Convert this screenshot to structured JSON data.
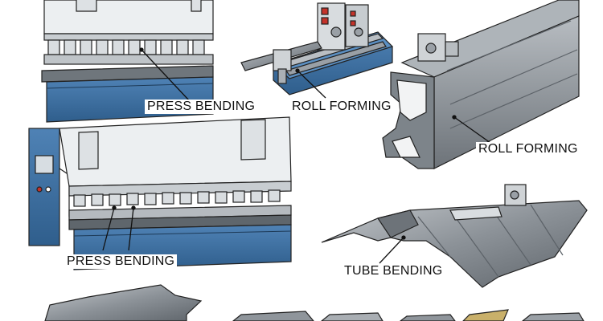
{
  "callouts": {
    "press_bending_top": "PRESS BENDING",
    "roll_forming_top": "ROLL FORMING",
    "roll_forming_right": "ROLL FORMING",
    "press_bending_bottom": "PRESS BENDING",
    "tube_bending": "TUBE BENDING"
  },
  "colors": {
    "machine_blue": "#3f73a6",
    "machine_frame": "#e9ecee",
    "steel_profile": "#8f959b",
    "line": "#222222",
    "panel_accent": "#c4322a",
    "brass_strip": "#c9b06a"
  }
}
